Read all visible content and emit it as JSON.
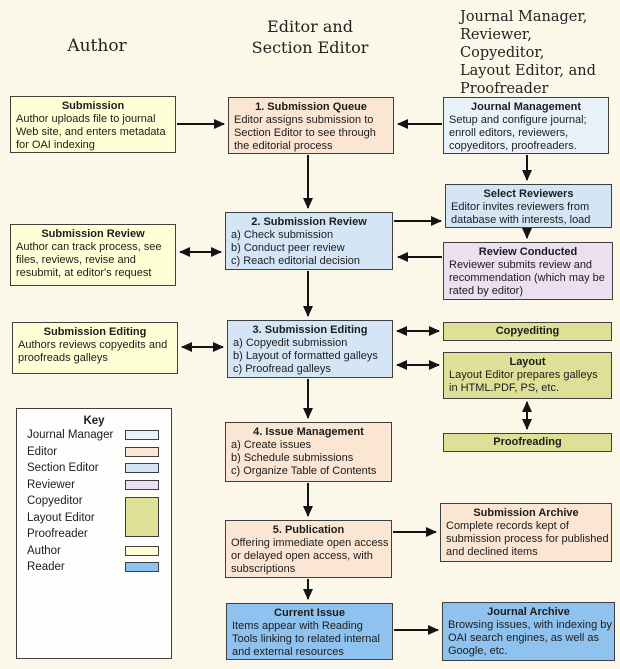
{
  "headers": {
    "author": "Author",
    "editor": "Editor and\nSection Editor",
    "roles": "Journal Manager,\nReviewer, Copyeditor,\nLayout Editor, and\nProofreader"
  },
  "colors": {
    "journal_manager": "#eaf2f9",
    "editor": "#fbe5d3",
    "section_editor": "#d4e6f6",
    "reviewer": "#ebdff0",
    "copyeditor_layout_proofreader": "#dfe098",
    "author": "#ffffd6",
    "reader": "#8fc2ee",
    "key_background": "#fefefc",
    "page_background": "#fbf7e9",
    "arrow": "#141414",
    "border": "#3f3f3f"
  },
  "boxes": {
    "submission": {
      "title": "Submission",
      "body": "Author uploads file to journal Web site, and enters metadata for OAI indexing"
    },
    "submission_review_left": {
      "title": "Submission Review",
      "body": "Author can track process, see files, reviews, revise and resubmit, at editor's request"
    },
    "submission_editing_left": {
      "title": "Submission Editing",
      "body": "Authors reviews copyedits and proofreads galleys"
    },
    "submission_queue": {
      "title": "1. Submission Queue",
      "body": "Editor assigns submission to Section Editor to see through the editorial process"
    },
    "submission_review_2": {
      "title": "2. Submission Review",
      "body": "a) Check submission\nb) Conduct peer review\nc) Reach editorial decision"
    },
    "submission_editing_3": {
      "title": "3. Submission Editing",
      "body": "a) Copyedit submission\nb) Layout of formatted galleys\nc) Proofread galleys"
    },
    "issue_management": {
      "title": "4. Issue Management",
      "body": "a) Create issues\nb) Schedule submissions\nc) Organize Table of Contents"
    },
    "publication": {
      "title": "5. Publication",
      "body": "Offering immediate open access or delayed open access, with subscriptions"
    },
    "current_issue": {
      "title": "Current Issue",
      "body": "Items appear with Reading Tools linking to related internal and external resources"
    },
    "journal_management": {
      "title": "Journal Management",
      "body": "Setup and configure journal; enroll editors, reviewers, copyeditors, proofreaders."
    },
    "select_reviewers": {
      "title": "Select Reviewers",
      "body": "Editor invites reviewers from database with interests, load"
    },
    "review_conducted": {
      "title": "Review Conducted",
      "body": "Reviewer submits review and recommendation (which may be rated by editor)"
    },
    "copyediting": {
      "title": "Copyediting"
    },
    "layout": {
      "title": "Layout",
      "body": "Layout Editor prepares galleys in HTML.PDF, PS, etc."
    },
    "proofreading": {
      "title": "Proofreading"
    },
    "submission_archive": {
      "title": "Submission Archive",
      "body": "Complete records kept of submission process for published and declined items"
    },
    "journal_archive": {
      "title": "Journal Archive",
      "body": "Browsing issues, with indexing by OAI search engines, as well as Google, etc."
    }
  },
  "key": {
    "title": "Key",
    "items": [
      {
        "label": "Journal Manager"
      },
      {
        "label": "Editor"
      },
      {
        "label": "Section Editor"
      },
      {
        "label": "Reviewer"
      },
      {
        "label": "Copyeditor"
      },
      {
        "label": "Layout Editor"
      },
      {
        "label": "Proofreader"
      },
      {
        "label": "Author"
      },
      {
        "label": "Reader"
      }
    ]
  }
}
